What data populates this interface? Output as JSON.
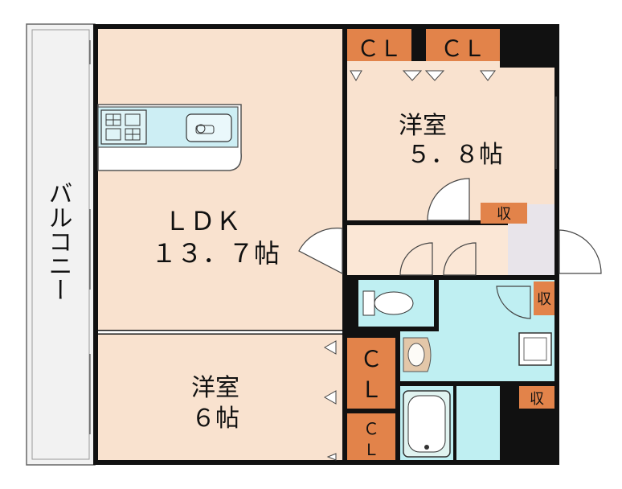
{
  "colors": {
    "wall": "#111111",
    "floor_ldk": "#f9e2cf",
    "floor_room": "#f9e2cf",
    "floor_hall": "#fbe7d6",
    "wet_area": "#bfeff2",
    "storage": "#e2834a",
    "balcony": "#f2f2f2",
    "entry": "#e8e4ea"
  },
  "rooms": {
    "balcony": "バルコニー",
    "ldk_name": "ＬＤＫ",
    "ldk_size": "１３．７帖",
    "room1_name": "洋室",
    "room1_size": "５．８帖",
    "room2_name": "洋室",
    "room2_size": "６帖"
  },
  "storage": {
    "cl_top_left": "ＣＬ",
    "cl_top_right": "ＣＬ",
    "cl_mid_c": "Ｃ",
    "cl_mid_l": "Ｌ",
    "cl_bot_c": "Ｃ",
    "cl_bot_l": "Ｌ",
    "shu_top": "収",
    "shu_right": "収",
    "shu_bottom": "収"
  },
  "icons": [
    "kitchen-stove-icon",
    "kitchen-sink-icon",
    "toilet-icon",
    "washbasin-icon",
    "bathtub-icon",
    "washing-machine-icon",
    "door-swing-icon"
  ]
}
